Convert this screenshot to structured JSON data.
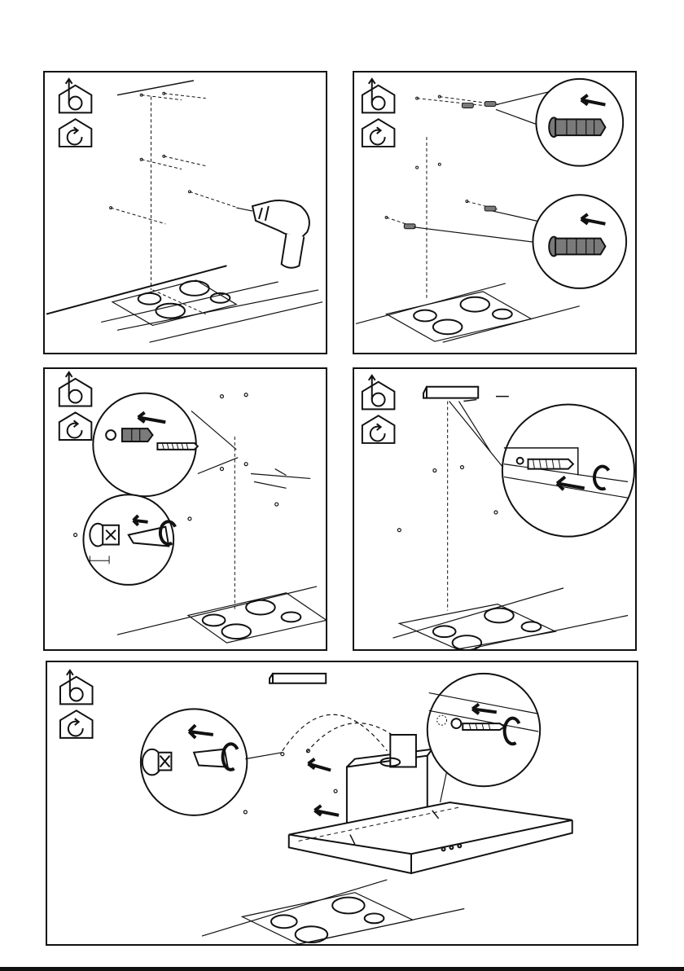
{
  "page": {
    "title": ""
  },
  "steps": [
    {
      "id": 1,
      "icons": [
        "ducted-exhaust-icon",
        "recirculation-icon"
      ],
      "illustration": "drill-holes"
    },
    {
      "id": 2,
      "icons": [
        "ducted-exhaust-icon",
        "recirculation-icon"
      ],
      "illustration": "insert-wall-plugs"
    },
    {
      "id": 3,
      "icons": [
        "ducted-exhaust-icon",
        "recirculation-icon"
      ],
      "illustration": "fix-screws"
    },
    {
      "id": 4,
      "icons": [
        "ducted-exhaust-icon",
        "recirculation-icon"
      ],
      "illustration": "fix-bracket"
    },
    {
      "id": 5,
      "icons": [
        "ducted-exhaust-icon",
        "recirculation-icon"
      ],
      "illustration": "hang-hood"
    }
  ],
  "colors": {
    "line": "#111111",
    "plug": "#7a7a7a",
    "fill": "#ffffff"
  }
}
